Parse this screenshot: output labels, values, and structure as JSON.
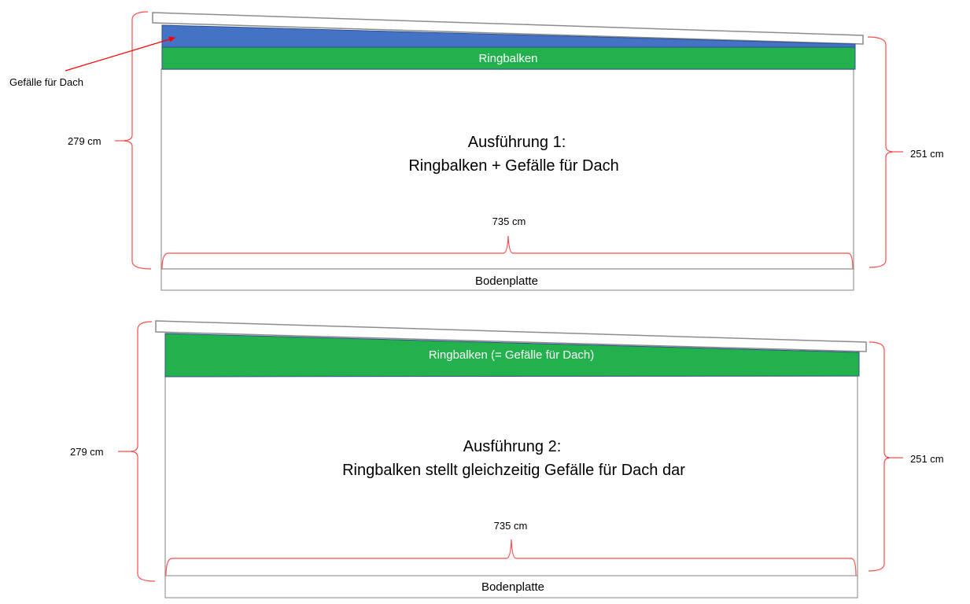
{
  "colors": {
    "ringbalken": "#22b14c",
    "gefaelle": "#4472c4",
    "dimension": "#ff0000",
    "outline": "#999999"
  },
  "variants": [
    {
      "title_line1": "Ausführung 1:",
      "title_line2": "Ringbalken + Gefälle für Dach",
      "ringbalken_label": "Ringbalken",
      "gefaelle_callout": "Gefälle für Dach",
      "height_left": "279 cm",
      "height_right": "251 cm",
      "width": "735 cm",
      "bodenplatte_label": "Bodenplatte"
    },
    {
      "title_line1": "Ausführung 2:",
      "title_line2": "Ringbalken stellt gleichzeitig Gefälle für Dach dar",
      "ringbalken_label": "Ringbalken (= Gefälle für Dach)",
      "height_left": "279 cm",
      "height_right": "251 cm",
      "width": "735 cm",
      "bodenplatte_label": "Bodenplatte"
    }
  ]
}
